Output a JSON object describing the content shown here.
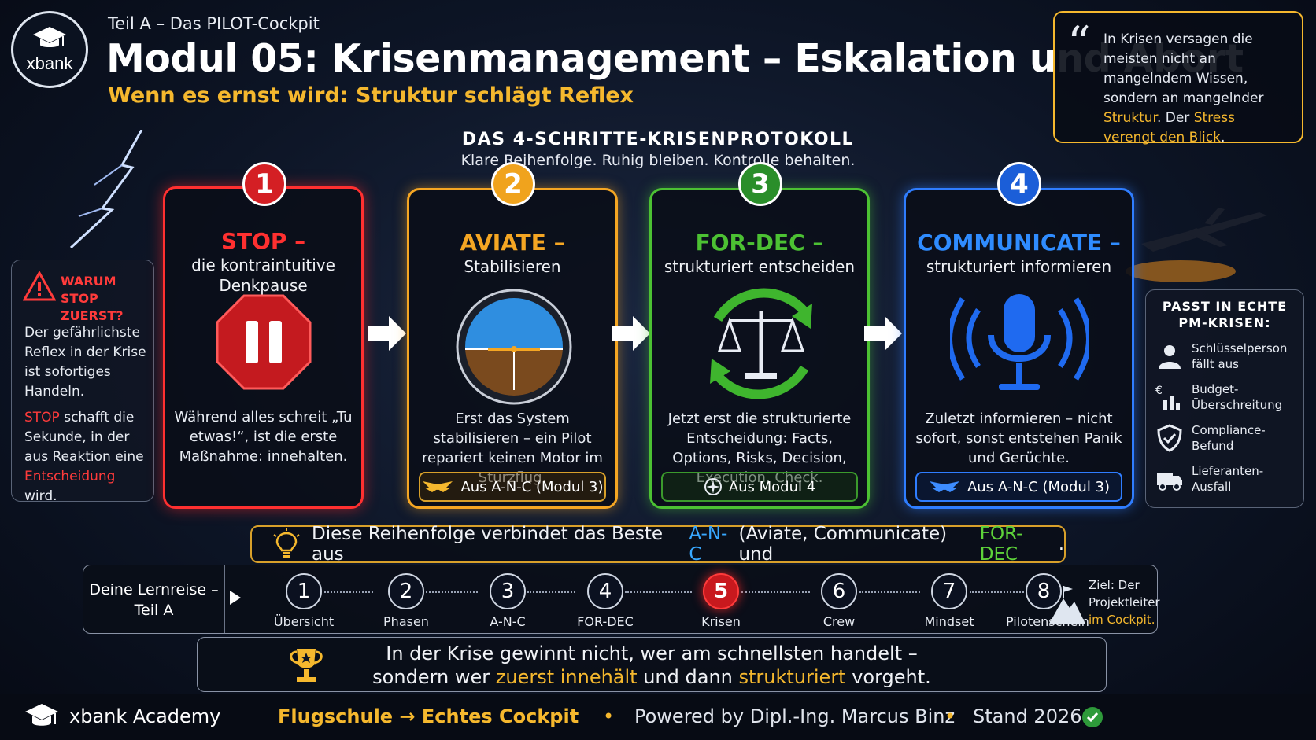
{
  "header": {
    "logo_text": "xbank",
    "teil": "Teil A – Das PILOT-Cockpit",
    "title": "Modul 05: Krisenmanagement – Eskalation und Abort",
    "subtitle": "Wenn es ernst wird: Struktur schlägt Reflex"
  },
  "quote": {
    "part1": "In Krisen versagen die meisten nicht an mangelndem Wissen, sondern an mangelnder ",
    "hl1": "Struktur",
    "part2": ". Der ",
    "hl2": "Stress verengt den Blick",
    "part3": "."
  },
  "protocol": {
    "title": "DAS 4-SCHRITTE-KRISENPROTOKOLL",
    "subtitle": "Klare Reihenfolge. Ruhig bleiben. Kontrolle behalten."
  },
  "warn_card": {
    "title": "WARUM STOP ZUERST?",
    "body": "Der gefährlichste Reflex in der Krise ist sofortiges Handeln.",
    "stop": "STOP",
    "mid": " schafft die Sekunde, in der aus Reaktion eine ",
    "decision": "Entscheidung",
    "end": " wird."
  },
  "steps": [
    {
      "num": "1",
      "title": "STOP –",
      "subtitle": "die kontraintuitive Denkpause",
      "desc": "Während alles schreit „Tu etwas!“, ist die erste Maßnahme: innehalten.",
      "color": "#ff3030"
    },
    {
      "num": "2",
      "title": "AVIATE –",
      "subtitle": "Stabilisieren",
      "desc": "Erst das System stabilisieren – ein Pilot repariert keinen Motor im Sturzflug.",
      "tag": "Aus A-N-C (Modul 3)",
      "color": "#f5a623"
    },
    {
      "num": "3",
      "title": "FOR-DEC –",
      "subtitle": "strukturiert entscheiden",
      "desc": "Jetzt erst die strukturierte Entscheidung: Facts, Options, Risks, Decision, Execution, Check.",
      "tag": "Aus Modul 4",
      "color": "#4cc133"
    },
    {
      "num": "4",
      "title": "COMMUNICATE –",
      "subtitle": "strukturiert informieren",
      "desc": "Zuletzt informieren – nicht sofort, sonst entstehen Panik und Gerüchte.",
      "tag": "Aus A-N-C (Modul 3)",
      "color": "#2f7dff"
    }
  ],
  "passt": {
    "title": "PASST IN ECHTE PM-KRISEN:",
    "items": [
      "Schlüsselperson fällt aus",
      "Budget-Überschreitung",
      "Compliance-Befund",
      "Lieferanten-Ausfall"
    ]
  },
  "insight": {
    "pre": "Diese Reihenfolge verbindet das Beste aus ",
    "anc": "A-N-C",
    "mid": " (Aviate, Communicate) und ",
    "fordec": "FOR-DEC",
    "end": "."
  },
  "journey": {
    "label": "Deine Lernreise – Teil A",
    "steps": [
      {
        "num": "1",
        "label": "Übersicht"
      },
      {
        "num": "2",
        "label": "Phasen"
      },
      {
        "num": "3",
        "label": "A-N-C"
      },
      {
        "num": "4",
        "label": "FOR-DEC"
      },
      {
        "num": "5",
        "label": "Krisen"
      },
      {
        "num": "6",
        "label": "Crew"
      },
      {
        "num": "7",
        "label": "Mindset"
      },
      {
        "num": "8",
        "label": "Pilotenschein"
      }
    ],
    "active_index": 4,
    "goal_pre": "Ziel: Der Projektleiter",
    "goal_hl": "im Cockpit."
  },
  "statement": {
    "line1": "In der Krise gewinnt nicht, wer am schnellsten handelt –",
    "l2a": "sondern wer ",
    "l2hl1": "zuerst innehält",
    "l2b": " und dann ",
    "l2hl2": "strukturiert",
    "l2c": " vorgeht."
  },
  "footer": {
    "brand": "xbank Academy",
    "tagline": "Flugschule → Echtes Cockpit",
    "powered": "Powered by Dipl.-Ing. Marcus Binz",
    "stand": "Stand 2026"
  }
}
